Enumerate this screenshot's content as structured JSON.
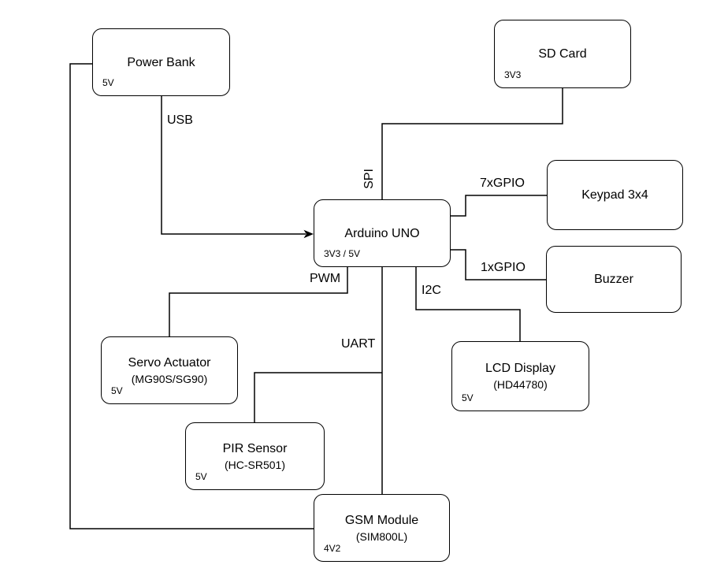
{
  "diagram": {
    "type": "block-diagram",
    "colors": {
      "background": "#ffffff",
      "line": "#000000",
      "node_fill": "#ffffff",
      "node_border": "#000000",
      "text": "#000000"
    },
    "nodes": {
      "power_bank": {
        "title": "Power Bank",
        "voltage": "5V"
      },
      "sd_card": {
        "title": "SD Card",
        "voltage": "3V3"
      },
      "arduino": {
        "title": "Arduino UNO",
        "voltage": "3V3 / 5V"
      },
      "keypad": {
        "title": "Keypad 3x4"
      },
      "buzzer": {
        "title": "Buzzer"
      },
      "servo": {
        "title": "Servo Actuator",
        "subtitle": "(MG90S/SG90)",
        "voltage": "5V"
      },
      "lcd": {
        "title": "LCD Display",
        "subtitle": "(HD44780)",
        "voltage": "5V"
      },
      "pir": {
        "title": "PIR Sensor",
        "subtitle": "(HC-SR501)",
        "voltage": "5V"
      },
      "gsm": {
        "title": "GSM Module",
        "subtitle": "(SIM800L)",
        "voltage": "4V2"
      }
    },
    "edges": {
      "usb": {
        "label": "USB",
        "from": "power_bank",
        "to": "arduino",
        "arrow": true
      },
      "power": {
        "label": "",
        "from": "power_bank",
        "to": "gsm",
        "arrow": false
      },
      "spi": {
        "label": "SPI",
        "from": "sd_card",
        "to": "arduino",
        "arrow": false
      },
      "gpio7": {
        "label": "7xGPIO",
        "from": "arduino",
        "to": "keypad",
        "arrow": false
      },
      "gpio1": {
        "label": "1xGPIO",
        "from": "arduino",
        "to": "buzzer",
        "arrow": false
      },
      "pwm": {
        "label": "PWM",
        "from": "arduino",
        "to": "servo",
        "arrow": false
      },
      "i2c": {
        "label": "I2C",
        "from": "arduino",
        "to": "lcd",
        "arrow": false
      },
      "uart": {
        "label": "UART",
        "from": "arduino",
        "to": "gsm_and_pir",
        "arrow": false
      }
    }
  }
}
